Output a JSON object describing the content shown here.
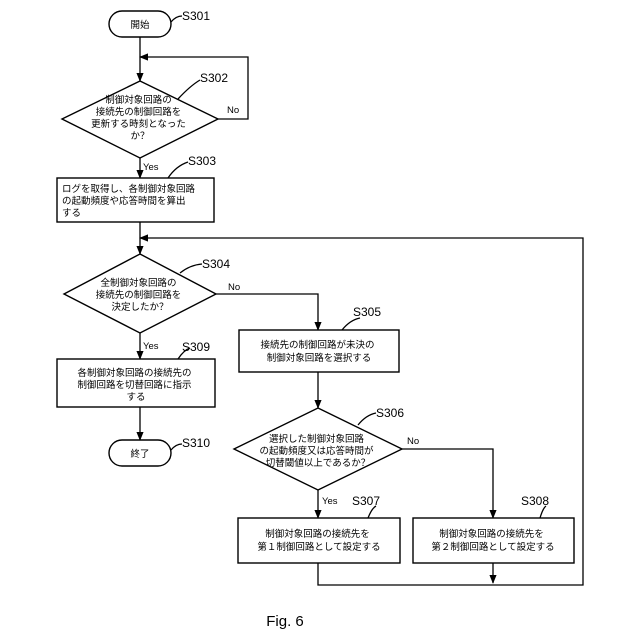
{
  "steps": {
    "s301": {
      "id": "S301",
      "text": [
        "開始"
      ]
    },
    "s302": {
      "id": "S302",
      "text": [
        "制御対象回路の",
        "接続先の制御回路を",
        "更新する時刻となった",
        "か？"
      ]
    },
    "s303": {
      "id": "S303",
      "text": [
        "ログを取得し、各制御対象回路",
        "の起動頻度や応答時間を算出",
        "する"
      ]
    },
    "s304": {
      "id": "S304",
      "text": [
        "全制御対象回路の",
        "接続先の制御回路を",
        "決定したか？"
      ]
    },
    "s305": {
      "id": "S305",
      "text": [
        "接続先の制御回路が未決の",
        "制御対象回路を選択する"
      ]
    },
    "s306": {
      "id": "S306",
      "text": [
        "選択した制御対象回路",
        "の起動頻度又は応答時間が",
        "切替閾値以上であるか？"
      ]
    },
    "s307": {
      "id": "S307",
      "text": [
        "制御対象回路の接続先を",
        "第１制御回路として設定する"
      ]
    },
    "s308": {
      "id": "S308",
      "text": [
        "制御対象回路の接続先を",
        "第２制御回路として設定する"
      ]
    },
    "s309": {
      "id": "S309",
      "text": [
        "各制御対象回路の接続先の",
        "制御回路を切替回路に指示",
        "する"
      ]
    },
    "s310": {
      "id": "S310",
      "text": [
        "終了"
      ]
    }
  },
  "branch_labels": {
    "s302_yes": "Yes",
    "s302_no": "No",
    "s304_yes": "Yes",
    "s304_no": "No",
    "s306_yes": "Yes",
    "s306_no": "No"
  },
  "caption": "Fig. 6"
}
